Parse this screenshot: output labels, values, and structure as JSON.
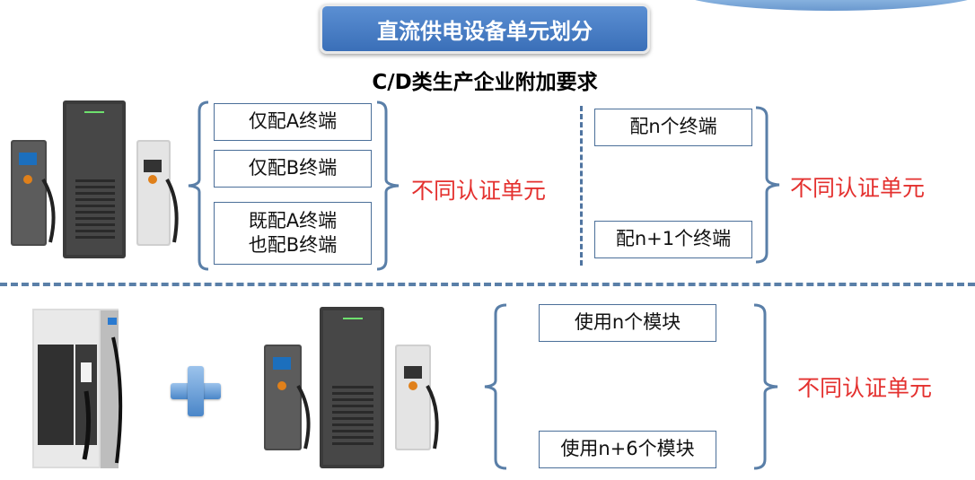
{
  "header": {
    "title": "直流供电设备单元划分",
    "subtitle": "C/D类生产企业附加要求"
  },
  "top_left_group": {
    "options": [
      "仅配A终端",
      "仅配B终端"
    ],
    "combined_line1": "既配A终端",
    "combined_line2": "也配B终端",
    "result": "不同认证单元"
  },
  "top_right_group": {
    "options": [
      "配n个终端",
      "配n+1个终端"
    ],
    "result": "不同认证单元"
  },
  "bottom_group": {
    "options": [
      "使用n个模块",
      "使用n+6个模块"
    ],
    "result": "不同认证单元"
  },
  "colors": {
    "banner": "#3a6fb8",
    "result_text": "#e4312f",
    "box_border": "#4b6f99",
    "bracket": "#5a7fa8"
  },
  "icons": [
    "charger-group-image",
    "cabinet-image",
    "plus-icon"
  ]
}
